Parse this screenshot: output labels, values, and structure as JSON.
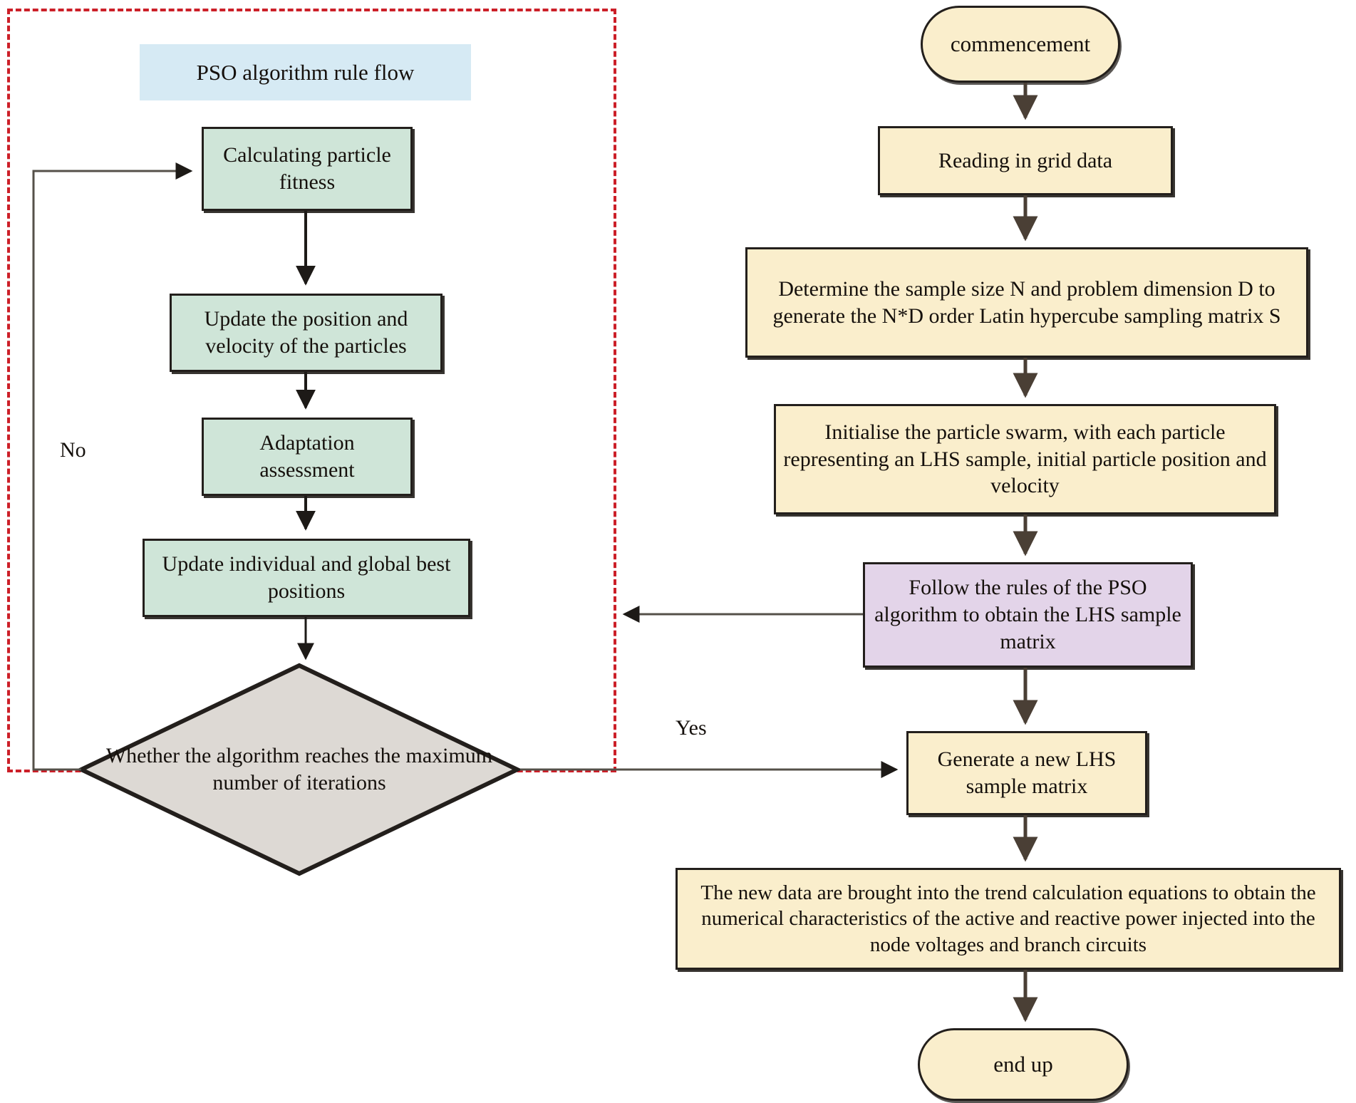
{
  "diagram": {
    "type": "flowchart",
    "title_region_label": "PSO algorithm rule flow",
    "colors": {
      "dashed_group_border": "#cc1f28",
      "group_header_fill": "#d6eaf4",
      "pso_step_fill": "#cfe5d8",
      "main_step_fill": "#faeecc",
      "highlight_step_fill": "#e3d4e9",
      "decision_fill": "#ddd9d4",
      "node_border": "#231f1c",
      "connector": "#4a3f35"
    }
  },
  "pso_group": {
    "header": "PSO algorithm rule flow",
    "steps": [
      {
        "id": "calc-fitness",
        "label": "Calculating particle fitness"
      },
      {
        "id": "update-pos-vel",
        "label": "Update the position and velocity of the particles"
      },
      {
        "id": "adaptation",
        "label": "Adaptation assessment"
      },
      {
        "id": "update-best",
        "label": "Update individual and global best positions"
      }
    ],
    "decision": {
      "id": "max-iterations",
      "label": "Whether the algorithm reaches the maximum number of iterations",
      "no_branch_label": "No",
      "yes_branch_label": "Yes"
    }
  },
  "main_flow": {
    "start": "commencement",
    "end": "end up",
    "steps": [
      {
        "id": "read-grid-data",
        "label": "Reading in grid data"
      },
      {
        "id": "determine-sample-size",
        "label": "Determine the sample size N and problem dimension D to generate the N*D order Latin hypercube sampling matrix S"
      },
      {
        "id": "initialise-swarm",
        "label": "Initialise the particle swarm, with each particle representing an LHS sample, initial particle position and velocity"
      },
      {
        "id": "follow-pso-rules",
        "label": "Follow the rules of the PSO algorithm to obtain the LHS sample matrix"
      },
      {
        "id": "generate-lhs",
        "label": "Generate a new LHS sample matrix"
      },
      {
        "id": "trend-calculation",
        "label": "The new data are brought into the trend calculation equations to obtain the numerical characteristics of the active and reactive power injected into the node voltages and branch circuits"
      }
    ]
  }
}
